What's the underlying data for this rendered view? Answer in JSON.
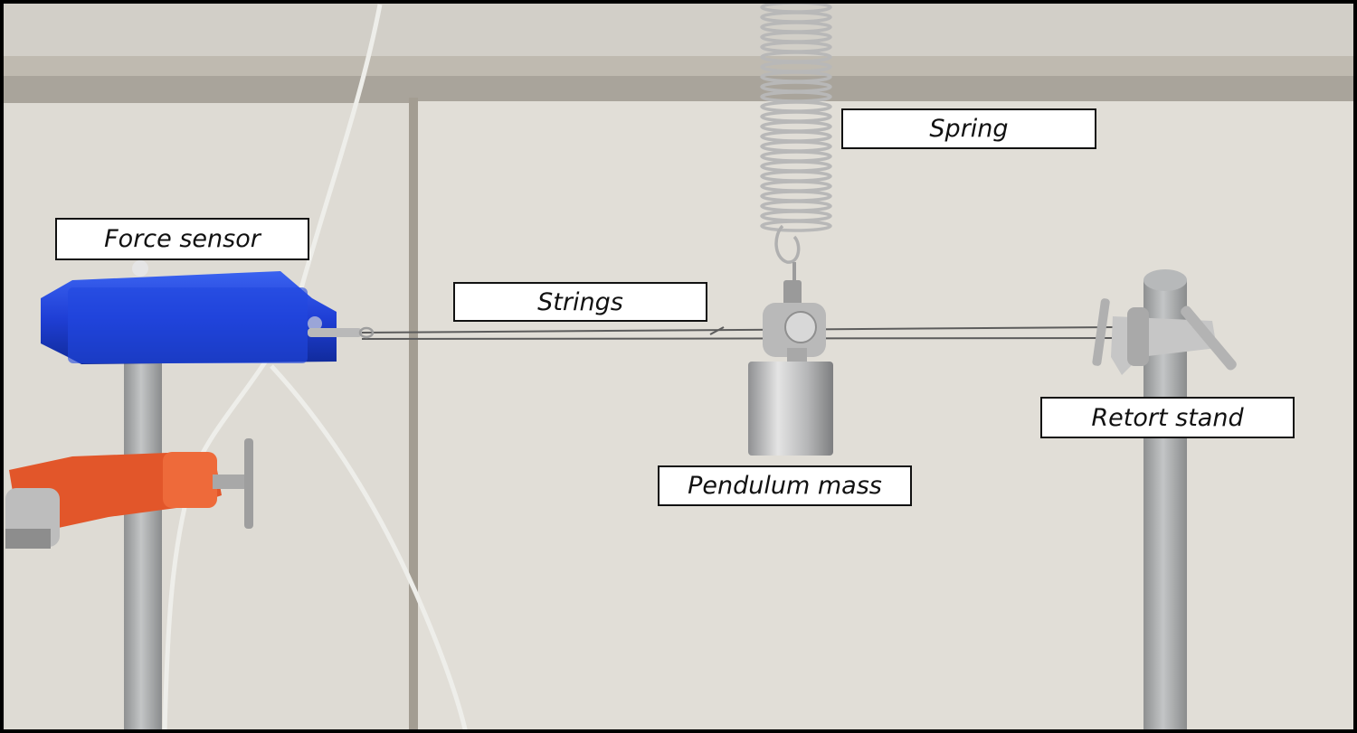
{
  "labels": {
    "force_sensor": "Force sensor",
    "strings": "Strings",
    "spring": "Spring",
    "retort_stand": "Retort stand",
    "pendulum_mass": "Pendulum mass"
  },
  "colors": {
    "wall": "#ddd9d2",
    "sensor_blue": "#1f3fd6",
    "clamp_orange": "#e2562a",
    "rod_grey": "#a9abac",
    "metal": "#c9c9c9"
  }
}
